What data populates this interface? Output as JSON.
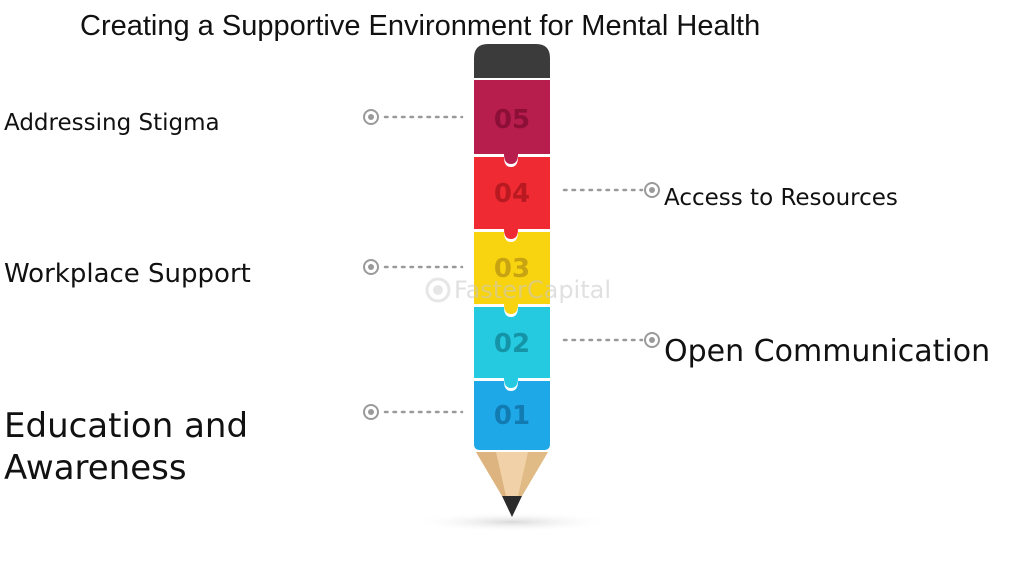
{
  "title": "Creating a Supportive Environment for Mental Health",
  "steps": [
    {
      "number": "01",
      "label": "Education and Awareness",
      "color": "#1fa8e8",
      "number_color": "#127bb2"
    },
    {
      "number": "02",
      "label": "Open Communication",
      "color": "#25c9e0",
      "number_color": "#1594a8"
    },
    {
      "number": "03",
      "label": "Workplace Support",
      "color": "#f7d310",
      "number_color": "#c8a412"
    },
    {
      "number": "04",
      "label": "Access to Resources",
      "color": "#ef2a33",
      "number_color": "#b91a22"
    },
    {
      "number": "05",
      "label": "Addressing Stigma",
      "color": "#b71d4d",
      "number_color": "#8c0f37"
    }
  ],
  "pencil": {
    "eraser_color": "#3b3b3b",
    "wood_color": "#f1d2a8",
    "tip_color": "#2b2b2b"
  },
  "watermark": "FasterCapital"
}
